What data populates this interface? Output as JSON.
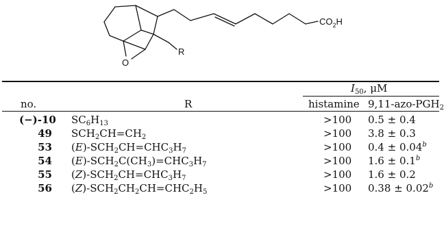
{
  "structure": {
    "oxygen_label": "O",
    "r_label": "R",
    "acid_label_main": "CO",
    "acid_label_sub": "2",
    "acid_label_end": "H"
  },
  "table": {
    "header": {
      "i50_italic": "I",
      "i50_sub": "50",
      "i50_unit": ", μM",
      "col_no": "no.",
      "col_r": "R",
      "col_histamine": "histamine",
      "col_azo_pre": "9,11-azo-PGH",
      "col_azo_sub": "2"
    },
    "rows": [
      {
        "no": "(−)-10",
        "r_parts": [
          {
            "t": "SC"
          },
          {
            "sub": "6"
          },
          {
            "t": "H"
          },
          {
            "sub": "13"
          }
        ],
        "histamine": ">100",
        "azo": "0.5 ± 0.4",
        "azo_note": ""
      },
      {
        "no": "49",
        "r_parts": [
          {
            "t": "SCH"
          },
          {
            "sub": "2"
          },
          {
            "t": "CH=CH"
          },
          {
            "sub": "2"
          }
        ],
        "histamine": ">100",
        "azo": "3.8 ± 0.3",
        "azo_note": ""
      },
      {
        "no": "53",
        "r_parts": [
          {
            "t": "("
          },
          {
            "i": "E"
          },
          {
            "t": ")-SCH"
          },
          {
            "sub": "2"
          },
          {
            "t": "CH=CHC"
          },
          {
            "sub": "3"
          },
          {
            "t": "H"
          },
          {
            "sub": "7"
          }
        ],
        "histamine": ">100",
        "azo": "0.4 ± 0.04",
        "azo_note": "b"
      },
      {
        "no": "54",
        "r_parts": [
          {
            "t": "("
          },
          {
            "i": "E"
          },
          {
            "t": ")-SCH"
          },
          {
            "sub": "2"
          },
          {
            "t": "C(CH"
          },
          {
            "sub": "3"
          },
          {
            "t": ")=CHC"
          },
          {
            "sub": "3"
          },
          {
            "t": "H"
          },
          {
            "sub": "7"
          }
        ],
        "histamine": ">100",
        "azo": "1.6 ± 0.1",
        "azo_note": "b"
      },
      {
        "no": "55",
        "r_parts": [
          {
            "t": "("
          },
          {
            "i": "Z"
          },
          {
            "t": ")-SCH"
          },
          {
            "sub": "2"
          },
          {
            "t": "CH=CHC"
          },
          {
            "sub": "3"
          },
          {
            "t": "H"
          },
          {
            "sub": "7"
          }
        ],
        "histamine": ">100",
        "azo": "1.6 ± 0.2",
        "azo_note": ""
      },
      {
        "no": "56",
        "r_parts": [
          {
            "t": "("
          },
          {
            "i": "Z"
          },
          {
            "t": ")-SCH"
          },
          {
            "sub": "2"
          },
          {
            "t": "CH"
          },
          {
            "sub": "2"
          },
          {
            "t": "CH=CHC"
          },
          {
            "sub": "2"
          },
          {
            "t": "H"
          },
          {
            "sub": "5"
          }
        ],
        "histamine": ">100",
        "azo": "0.38 ± 0.02",
        "azo_note": "b"
      }
    ]
  }
}
